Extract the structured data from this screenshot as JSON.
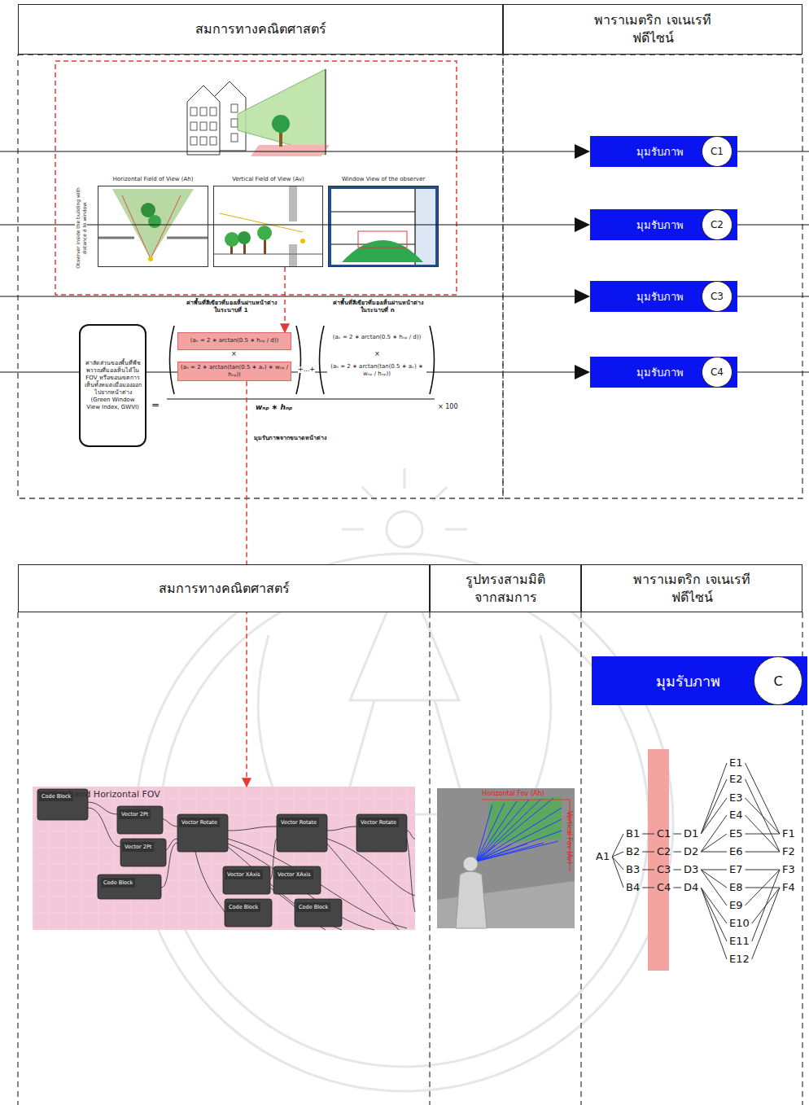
{
  "diagram": {
    "nodes": [
      {
        "text": [
          "สมการทางคณิตศาสตร์"
        ]
      },
      {
        "text": [
          "พาราเมตริก เจเนเรทีฟดีไซน์"
        ]
      },
      {
        "text": [
          "Horizontal Field of View (Ah)"
        ]
      },
      {
        "text": [
          "Vertical Field of View (Av)"
        ]
      },
      {
        "text": [
          "Window View of the observer"
        ]
      },
      {
        "text": [
          "ค่าสัดส่วนของพื้นที่พืชพรรณที่มองเห็นได้ใน FOV หรือขอบเขตการเห็นทั้งหมดเมื่อมองออกไปจากหน้าต่าง (Green Window View Index, GWVI)"
        ]
      },
      {
        "text": [
          "(aᵥ = 2 ∗ arctan(0.5 ∗ hₙₚ / d))"
        ]
      },
      {
        "text": [
          "(aₕ = 2 ∗ arctan(tan(0.5 ∗ aᵥ) ∗ wₙₚ / hₙₚ))"
        ]
      },
      {
        "text": [
          "มุมรับภาพ"
        ]
      },
      {
        "text": [
          "C1"
        ],
        "in": 8
      },
      {
        "text": [
          "มุมรับภาพ"
        ]
      },
      {
        "text": [
          "C2"
        ],
        "in": 10
      },
      {
        "text": [
          "มุมรับภาพ"
        ]
      },
      {
        "text": [
          "C3"
        ],
        "in": 12
      },
      {
        "text": [
          "มุมรับภาพ"
        ]
      },
      {
        "text": [
          "C4"
        ],
        "in": 14
      },
      {
        "text": [
          "สมการทางคณิตศาสตร์"
        ]
      },
      {
        "text": [
          "รูปทรงสามมิติ จากสมการ"
        ]
      },
      {
        "text": [
          "พาราเมตริก เจเนเรทีฟดีไซน์"
        ]
      },
      {
        "text": [
          "Vertical and Horizontal FOV"
        ]
      },
      {
        "text": [
          "Horizontal Fov (Ah)",
          "Vertical Fov (Av)"
        ]
      },
      {
        "text": [
          "มุมรับภาพ"
        ]
      },
      {
        "text": [
          "C"
        ],
        "in": 21
      },
      {
        "text": [
          "A1"
        ]
      },
      {
        "text": [
          "B1"
        ]
      },
      {
        "text": [
          "B2"
        ]
      },
      {
        "text": [
          "B3"
        ]
      },
      {
        "text": [
          "B4"
        ]
      },
      {
        "text": [
          "C1"
        ]
      },
      {
        "text": [
          "C2"
        ]
      },
      {
        "text": [
          "C3"
        ]
      },
      {
        "text": [
          "C4"
        ]
      },
      {
        "text": [
          "D1"
        ]
      },
      {
        "text": [
          "D2"
        ]
      },
      {
        "text": [
          "D3"
        ]
      },
      {
        "text": [
          "D4"
        ]
      },
      {
        "text": [
          "E1"
        ]
      },
      {
        "text": [
          "E2"
        ]
      },
      {
        "text": [
          "E3"
        ]
      },
      {
        "text": [
          "E4"
        ]
      },
      {
        "text": [
          "E5"
        ]
      },
      {
        "text": [
          "E6"
        ]
      },
      {
        "text": [
          "E7"
        ]
      },
      {
        "text": [
          "E8"
        ]
      },
      {
        "text": [
          "E9"
        ]
      },
      {
        "text": [
          "E10"
        ]
      },
      {
        "text": [
          "E11"
        ]
      },
      {
        "text": [
          "E12"
        ]
      },
      {
        "text": [
          "F1"
        ]
      },
      {
        "text": [
          "F2"
        ]
      },
      {
        "text": [
          "F3"
        ]
      },
      {
        "text": [
          "F4"
        ]
      }
    ],
    "edges": [
      {
        "from": 3,
        "to": 6,
        "arrow": "to"
      },
      {
        "from": 7,
        "to": 19,
        "arrow": "to"
      },
      {
        "from": 23,
        "to": 24,
        "arrow": "none"
      },
      {
        "from": 23,
        "to": 25,
        "arrow": "none"
      },
      {
        "from": 23,
        "to": 26,
        "arrow": "none"
      },
      {
        "from": 23,
        "to": 27,
        "arrow": "none"
      },
      {
        "from": 24,
        "to": 28,
        "arrow": "none"
      },
      {
        "from": 25,
        "to": 29,
        "arrow": "none"
      },
      {
        "from": 26,
        "to": 30,
        "arrow": "none"
      },
      {
        "from": 27,
        "to": 31,
        "arrow": "none"
      },
      {
        "from": 28,
        "to": 32,
        "arrow": "none"
      },
      {
        "from": 29,
        "to": 33,
        "arrow": "none"
      },
      {
        "from": 30,
        "to": 34,
        "arrow": "none"
      },
      {
        "from": 31,
        "to": 35,
        "arrow": "none"
      },
      {
        "from": 32,
        "to": 36,
        "arrow": "none"
      },
      {
        "from": 32,
        "to": 37,
        "arrow": "none"
      },
      {
        "from": 32,
        "to": 38,
        "arrow": "none"
      },
      {
        "from": 33,
        "to": 39,
        "arrow": "none"
      },
      {
        "from": 33,
        "to": 40,
        "arrow": "none"
      },
      {
        "from": 33,
        "to": 41,
        "arrow": "none"
      },
      {
        "from": 34,
        "to": 42,
        "arrow": "none"
      },
      {
        "from": 34,
        "to": 43,
        "arrow": "none"
      },
      {
        "from": 34,
        "to": 44,
        "arrow": "none"
      },
      {
        "from": 35,
        "to": 45,
        "arrow": "none"
      },
      {
        "from": 35,
        "to": 46,
        "arrow": "none"
      },
      {
        "from": 35,
        "to": 47,
        "arrow": "none"
      },
      {
        "from": 36,
        "to": 48,
        "arrow": "none"
      },
      {
        "from": 37,
        "to": 49,
        "arrow": "none"
      },
      {
        "from": 38,
        "to": 48,
        "arrow": "none"
      },
      {
        "from": 39,
        "to": 49,
        "arrow": "none"
      },
      {
        "from": 40,
        "to": 48,
        "arrow": "none"
      },
      {
        "from": 41,
        "to": 49,
        "arrow": "none"
      },
      {
        "from": 42,
        "to": 50,
        "arrow": "none"
      },
      {
        "from": 43,
        "to": 51,
        "arrow": "none"
      },
      {
        "from": 44,
        "to": 50,
        "arrow": "none"
      },
      {
        "from": 45,
        "to": 51,
        "arrow": "none"
      },
      {
        "from": 46,
        "to": 50,
        "arrow": "none"
      },
      {
        "from": 47,
        "to": 51,
        "arrow": "none"
      }
    ],
    "labels": [
      "Observer inside the building with distance d to window.",
      "ค่าพื้นที่สีเขียวที่มองเห็นผ่านหน้าต่างในระนาบที่ 1",
      "ค่าพื้นที่สีเขียวที่มองเห็นผ่านหน้าต่างในระนาบที่ n",
      "=",
      "×",
      "+...+",
      "(aᵥ = 2 ∗ arctan(0.5 ∗ hₙₚ / d))",
      "×",
      "(aₕ = 2 ∗ arctan(tan(0.5 ∗ aᵥ) ∗ wₙₚ / hₙₚ))",
      "wₙₚ ∗ hₙₚ",
      "× 100",
      "มุมรับภาพจากขนาดหน้าต่าง",
      "Code Block",
      "Vector 2Pt",
      "Vector 2Pt",
      "Vector Rotate",
      "Code Block",
      "Vector XAxis",
      "Vector Rotate",
      "Vector XAxis",
      "Code Block",
      "Code Block",
      "Vector Rotate"
    ]
  }
}
